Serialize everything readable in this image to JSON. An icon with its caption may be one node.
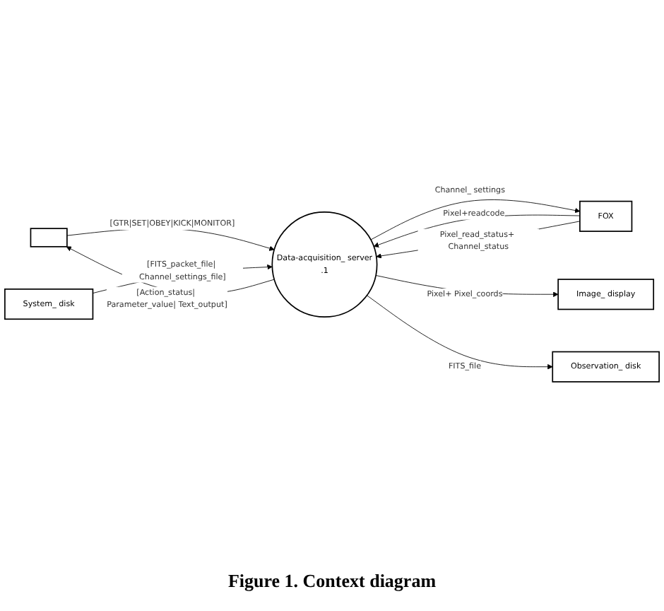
{
  "diagram": {
    "caption": "Figure 1. Context diagram",
    "nodes": [
      {
        "text": [],
        "shape": "box"
      },
      {
        "text": [
          "FOX"
        ]
      },
      {
        "text": [
          "Data-acquisition_ server",
          ".1"
        ]
      },
      {
        "text": [
          "Image_ display"
        ]
      },
      {
        "text": [
          "Observation_ disk"
        ]
      },
      {
        "text": [
          "System_ disk"
        ]
      }
    ],
    "edges": [
      {
        "from": 2,
        "to": 0,
        "arrow": "to",
        "label": "[Action_status| Parameter_value| Text_output]"
      },
      {
        "from": 0,
        "to": 2,
        "arrow": "to",
        "label": "[GTR|SET|OBEY|KICK|MONITOR]"
      },
      {
        "from": 1,
        "to": 2,
        "arrow": "to",
        "label": "Pixel+readcode"
      },
      {
        "from": 2,
        "to": 1,
        "arrow": "to",
        "label": "Channel_ settings"
      },
      {
        "from": 1,
        "to": 2,
        "arrow": "to",
        "label": "Pixel_read_status+ Channel_status"
      },
      {
        "from": 2,
        "to": 3,
        "arrow": "to",
        "label": "Pixel+ Pixel_coords"
      },
      {
        "from": 2,
        "to": 4,
        "arrow": "to",
        "label": "FITS_file"
      },
      {
        "from": 5,
        "to": 2,
        "arrow": "to",
        "label": "[FITS_packet_file| Channel_settings_file]"
      }
    ]
  }
}
